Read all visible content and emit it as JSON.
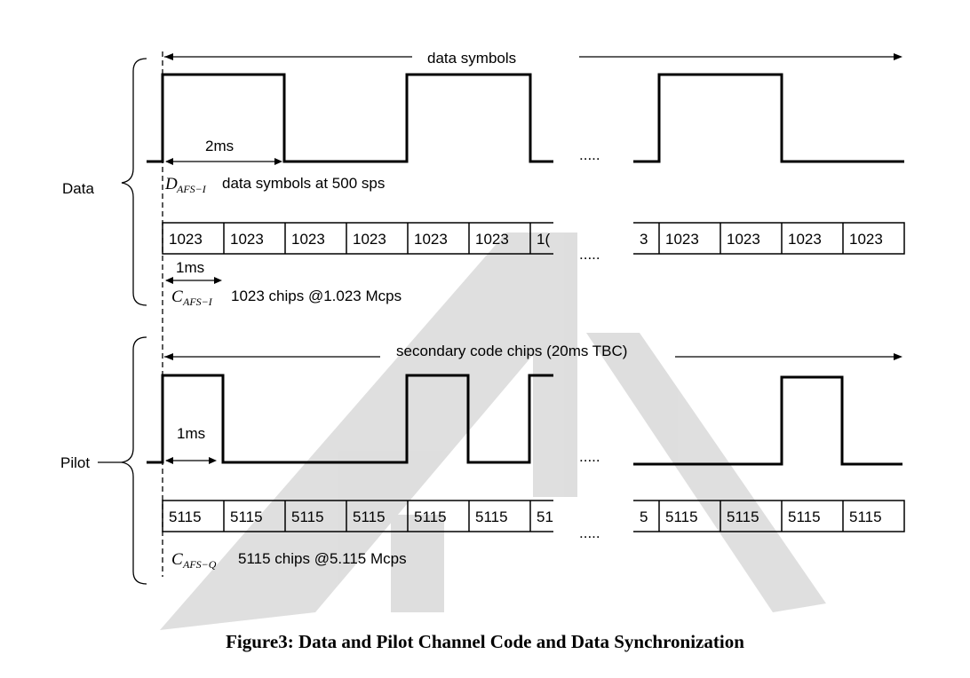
{
  "data_section": {
    "group_label": "Data",
    "span_label": "data symbols",
    "symbol_duration": "2ms",
    "symbol_name_main": "D",
    "symbol_name_sub": "AFS−I",
    "symbol_desc": "data symbols at 500 sps",
    "code_cells_left": [
      "1023",
      "1023",
      "1023",
      "1023",
      "1023",
      "1023",
      "1("
    ],
    "code_cells_right": [
      "3",
      "1023",
      "1023",
      "1023",
      "1023"
    ],
    "chip_duration": "1ms",
    "code_name_main": "C",
    "code_name_sub": "AFS−I",
    "code_desc": "1023 chips @1.023 Mcps",
    "ellipsis": ".....",
    "code_ellipsis": "....."
  },
  "pilot_section": {
    "group_label": "Pilot",
    "span_label": "secondary code chips (20ms TBC)",
    "chip_duration": "1ms",
    "code_cells_left": [
      "5115",
      "5115",
      "5115",
      "5115",
      "5115",
      "5115",
      "51"
    ],
    "code_cells_right": [
      "5",
      "5115",
      "5115",
      "5115",
      "5115"
    ],
    "code_name_main": "C",
    "code_name_sub": "AFS−Q",
    "code_desc": "5115 chips @5.115 Mcps",
    "ellipsis": ".....",
    "code_ellipsis": "....."
  },
  "caption": "Figure3: Data and Pilot Channel Code and Data Synchronization",
  "colors": {
    "ink": "#000000",
    "watermark": "#d9d9d9"
  }
}
